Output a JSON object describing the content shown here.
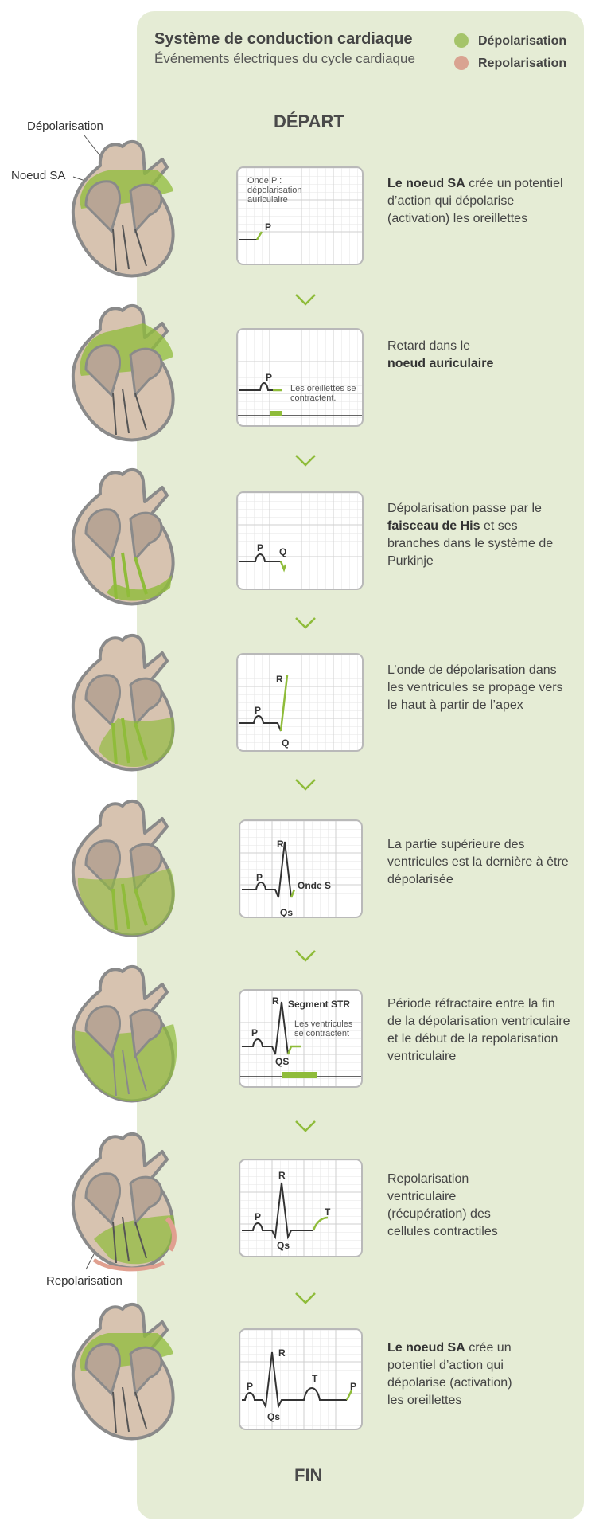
{
  "header": {
    "title": "Système de conduction cardiaque",
    "subtitle": "Événements électriques du cycle cardiaque"
  },
  "legend": [
    {
      "label": "Dépolarisation",
      "color": "#a5c46a"
    },
    {
      "label": "Repolarisation",
      "color": "#d9a391"
    }
  ],
  "start_label": "DÉPART",
  "end_label": "FIN",
  "callouts": {
    "depolarisation": "Dépolarisation",
    "sa_node": "Noeud SA",
    "repolarisation": "Repolarisation"
  },
  "colors": {
    "green": "#8fbc3a",
    "pink": "#e0a090",
    "heart_body": "#d7c3b0",
    "heart_outline": "#8a8a8a"
  },
  "steps": [
    {
      "heart_icon": "heart-sa-node",
      "ecg_labels": {
        "p": "P"
      },
      "ecg_notes": {
        "onde_p": "Onde P : dépolarisation auriculaire"
      },
      "desc": {
        "p1_bold": "Le noeud SA",
        "p1": " crée un potentiel d’action qui dépolarise (activation) les oreillettes"
      }
    },
    {
      "heart_icon": "heart-atria",
      "ecg_labels": {
        "p": "P"
      },
      "ecg_notes": {
        "contract": "Les oreillettes se contractent."
      },
      "desc": {
        "p1": "Retard dans le ",
        "p1_bold": "noeud auriculaire"
      }
    },
    {
      "heart_icon": "heart-his-bundle",
      "ecg_labels": {
        "p": "P",
        "q": "Q"
      },
      "desc": {
        "p1": "Dépolarisation passe par le ",
        "p1_bold": "faisceau de His",
        "p2": " et ses branches dans le système de Purkinje"
      }
    },
    {
      "heart_icon": "heart-apex",
      "ecg_labels": {
        "p": "P",
        "q": "Q",
        "r": "R"
      },
      "desc": {
        "p1": "L’onde de dépolarisation dans les ventricules se propage vers le haut à partir de l’apex"
      }
    },
    {
      "heart_icon": "heart-ventricles-upper",
      "ecg_labels": {
        "p": "P",
        "qs": "Qs",
        "r": "R",
        "s": "Onde S"
      },
      "desc": {
        "p1": "La partie supérieure des ventricules est la dernière à être dépolarisée"
      }
    },
    {
      "heart_icon": "heart-ventricles-full",
      "ecg_labels": {
        "p": "P",
        "qs": "QS",
        "r": "R",
        "seg": "Segment STR"
      },
      "ecg_notes": {
        "contract": "Les ventricules se contractent"
      },
      "desc": {
        "p1": "Période réfractaire entre la fin de la dépolarisation ventriculaire et le début de la repolarisation ventriculaire"
      }
    },
    {
      "heart_icon": "heart-repolarisation",
      "ecg_labels": {
        "p": "P",
        "qs": "Qs",
        "r": "R",
        "t": "T"
      },
      "desc": {
        "p1": "Repolarisation ventriculaire (récupération) des cellules contractiles"
      }
    },
    {
      "heart_icon": "heart-sa-node-restart",
      "ecg_labels": {
        "p": "P",
        "qs": "Qs",
        "r": "R",
        "t": "T",
        "p2": "P"
      },
      "desc": {
        "p1_bold": "Le noeud SA",
        "p1": " crée un potentiel d’action qui dépolarise (activation) les oreillettes"
      }
    }
  ]
}
